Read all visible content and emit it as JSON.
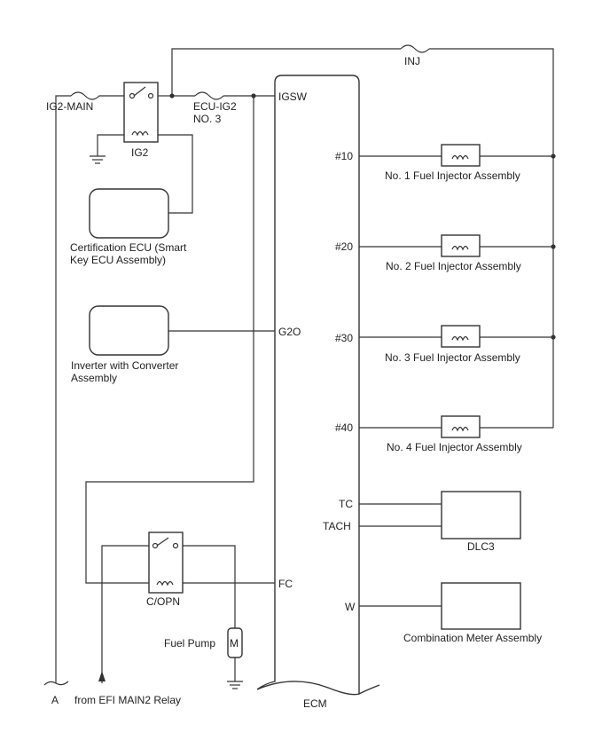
{
  "fuses": {
    "ig2_main": "IG2-MAIN",
    "ecu_ig2_line1": "ECU-IG2",
    "ecu_ig2_line2": "NO. 3",
    "inj": "INJ"
  },
  "relays": {
    "ig2": "IG2",
    "copn": "C/OPN"
  },
  "components": {
    "cert_ecu_line1": "Certification ECU (Smart",
    "cert_ecu_line2": "Key ECU Assembly)",
    "inverter_line1": "Inverter with Converter",
    "inverter_line2": "Assembly",
    "fuel_pump": "Fuel Pump",
    "motor_symbol": "M",
    "dlc3": "DLC3",
    "combination_meter": "Combination Meter Assembly",
    "ecm": "ECM"
  },
  "injectors": [
    {
      "pin": "#10",
      "label": "No. 1 Fuel Injector Assembly"
    },
    {
      "pin": "#20",
      "label": "No. 2 Fuel Injector Assembly"
    },
    {
      "pin": "#30",
      "label": "No. 3 Fuel Injector Assembly"
    },
    {
      "pin": "#40",
      "label": "No. 4 Fuel Injector Assembly"
    }
  ],
  "ecm_pins": {
    "igsw": "IGSW",
    "g2o": "G2O",
    "tc": "TC",
    "tach": "TACH",
    "fc": "FC",
    "w": "W"
  },
  "connections": {
    "a": "A",
    "from_efi": "from EFI MAIN2 Relay"
  }
}
